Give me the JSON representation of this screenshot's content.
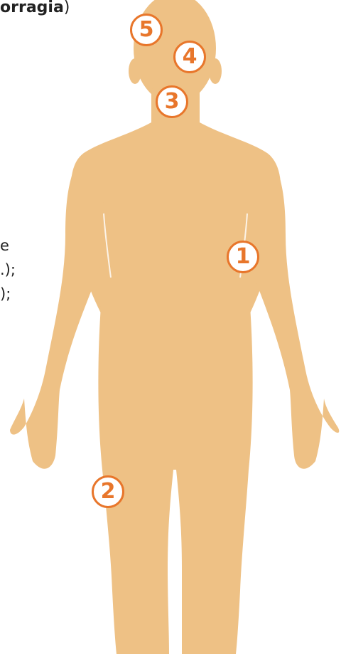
{
  "fragments": {
    "top_bold": "orragia",
    "top_tail": ")",
    "line_e": "e",
    "line_c": ".);",
    "line_o": ");"
  },
  "markers": [
    "1",
    "2",
    "3",
    "4",
    "5"
  ],
  "colors": {
    "silhouette": "#eec185",
    "marker_accent": "#e8762b",
    "text": "#222222"
  }
}
